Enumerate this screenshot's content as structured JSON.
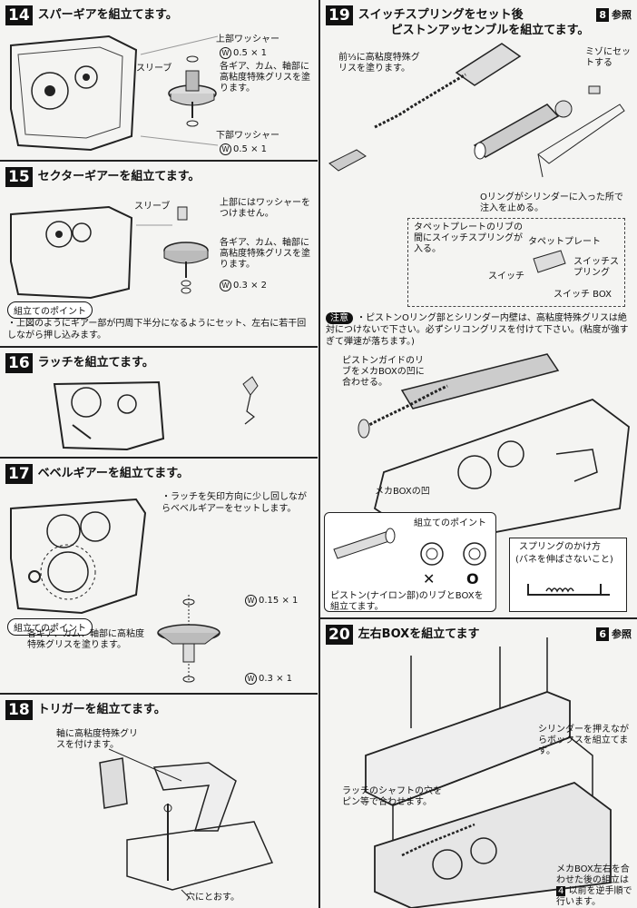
{
  "s14": {
    "num": "14",
    "title": "スパーギアを組立てます。",
    "upper_washer": "上部ワッシャー",
    "upper_spec": "0.5 × 1",
    "sleeve": "スリーブ",
    "grease": "各ギア、カム、軸部に高粘度特殊グリスを塗ります。",
    "lower_washer": "下部ワッシャー",
    "lower_spec": "0.5 × 1"
  },
  "s15": {
    "num": "15",
    "title": "セクターギアーを組立てます。",
    "sleeve": "スリーブ",
    "no_washer": "上部にはワッシャーをつけません。",
    "grease": "各ギア、カム、軸部に高粘度特殊グリスを塗ります。",
    "spec": "0.3 × 2",
    "point_title": "組立てのポイント",
    "point_text": "・上図のようにギアー部が円周下半分になるようにセット、左右に若干回しながら押し込みます。"
  },
  "s16": {
    "num": "16",
    "title": "ラッチを組立てます。"
  },
  "s17": {
    "num": "17",
    "title": "ベベルギアーを組立てます。",
    "latch_note": "・ラッチを矢印方向に少し回しながらベベルギアーをセットします。",
    "point_title": "組立てのポイント",
    "spec_top": "0.15 × 1",
    "grease": "各ギア、カム、軸部に高粘度特殊グリスを塗ります。",
    "spec_bottom": "0.3 × 1"
  },
  "s18": {
    "num": "18",
    "title": "トリガーを組立てます。",
    "grease": "軸に高粘度特殊グリスを付けます。",
    "hole": "穴にとおす。"
  },
  "s19": {
    "num": "19",
    "title_line1": "スイッチスプリングをセット後",
    "title_line2": "ピストンアッセンブルを組立てます。",
    "ref_num": "8",
    "ref_label": "参照",
    "front_grease": "前⅓に高粘度特殊グリスを塗ります。",
    "groove": "ミゾにセットする",
    "oring": "Oリングがシリンダーに入った所で注入を止める。",
    "tappet_rib": "タペットプレートのリブの間にスイッチスプリングが入る。",
    "tappet_plate": "タペットプレート",
    "switch": "スイッチ",
    "switch_spring": "スイッチスプリング",
    "switch_box": "スイッチ BOX",
    "caution_label": "注意",
    "caution_text": "・ピストンOリング部とシリンダー内壁は、高粘度特殊グリスは絶対につけないで下さい。必ずシリコングリスを付けて下さい。(粘度が強すぎて弾速が落ちます。)",
    "piston_guide": "ピストンガイドのリブをメカBOXの凹に合わせる。",
    "mecha_box": "メカBOXの凹",
    "point_title": "組立てのポイント",
    "point_caption": "ピストン(ナイロン部)のリブとBOXを組立てます。",
    "wrong": "✕",
    "right": "O",
    "spring_title": "スプリングのかけ方",
    "spring_sub": "(バネを伸ばさないこと)"
  },
  "s20": {
    "num": "20",
    "title": "左右BOXを組立てます",
    "ref_num": "6",
    "ref_label": "参照",
    "cylinder": "シリンダーを押えながらボックスを組立てます。",
    "latch_shaft": "ラッチのシャフトの穴をピン等で合わせます。",
    "mecha_box_note": "メカBOX左右を合わせた後の組立は",
    "mecha_ref": "4",
    "mecha_tail": "以前を逆手順で行います。"
  },
  "washer_mark": "W"
}
